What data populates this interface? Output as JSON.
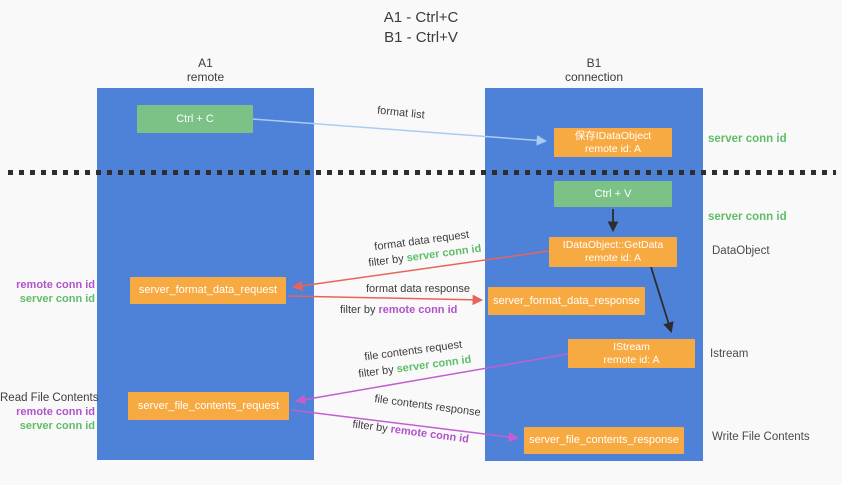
{
  "title": {
    "line1": "A1 - Ctrl+C",
    "line2": "B1 - Ctrl+V"
  },
  "lanes": {
    "left": {
      "name": "A1",
      "role": "remote"
    },
    "right": {
      "name": "B1",
      "role": "connection"
    }
  },
  "nodes": {
    "ctrl_c": {
      "label": "Ctrl + C"
    },
    "ctrl_v": {
      "label": "Ctrl + V"
    },
    "save_dataobject": {
      "line1": "保存IDataObject",
      "line2": "remote id: A"
    },
    "getdata": {
      "line1": "IDataObject::GetData",
      "line2": "remote id: A"
    },
    "istream": {
      "line1": "IStream",
      "line2": "remote id: A"
    },
    "format_request": {
      "label": "server_format_data_request"
    },
    "format_response": {
      "label": "server_format_data_response"
    },
    "file_request": {
      "label": "server_file_contents_request"
    },
    "file_response": {
      "label": "server_file_contents_response"
    }
  },
  "flow_labels": {
    "format_list": "format list",
    "format_data_request": "format data request",
    "format_data_response": "format data response",
    "file_contents_request": "file contents request",
    "file_contents_response": "file contents response",
    "filter_by": "filter by ",
    "server_conn_id": "server conn id",
    "remote_conn_id": "remote conn id"
  },
  "side_labels": {
    "right_top_conn": "server conn id",
    "right_mid_conn": "server conn id",
    "dataobject": "DataObject",
    "istream": "Istream",
    "write_file_contents": "Write File Contents",
    "read_file_contents": "Read File Contents",
    "left_mid": {
      "remote": "remote conn id",
      "server": "server conn id"
    },
    "left_bottom": {
      "remote": "remote conn id",
      "server": "server conn id"
    }
  },
  "colors": {
    "lane_blue": "#4d82d8",
    "node_green": "#7cc287",
    "node_orange": "#f7a942",
    "server_conn_green": "#5fbd68",
    "remote_conn_purple": "#b153cb",
    "arrow_red": "#e8645a",
    "arrow_magenta": "#c25fd0",
    "arrow_lightblue": "#a9cdf1",
    "arrow_black": "#2d2d2d",
    "background": "#f9f9f9"
  }
}
